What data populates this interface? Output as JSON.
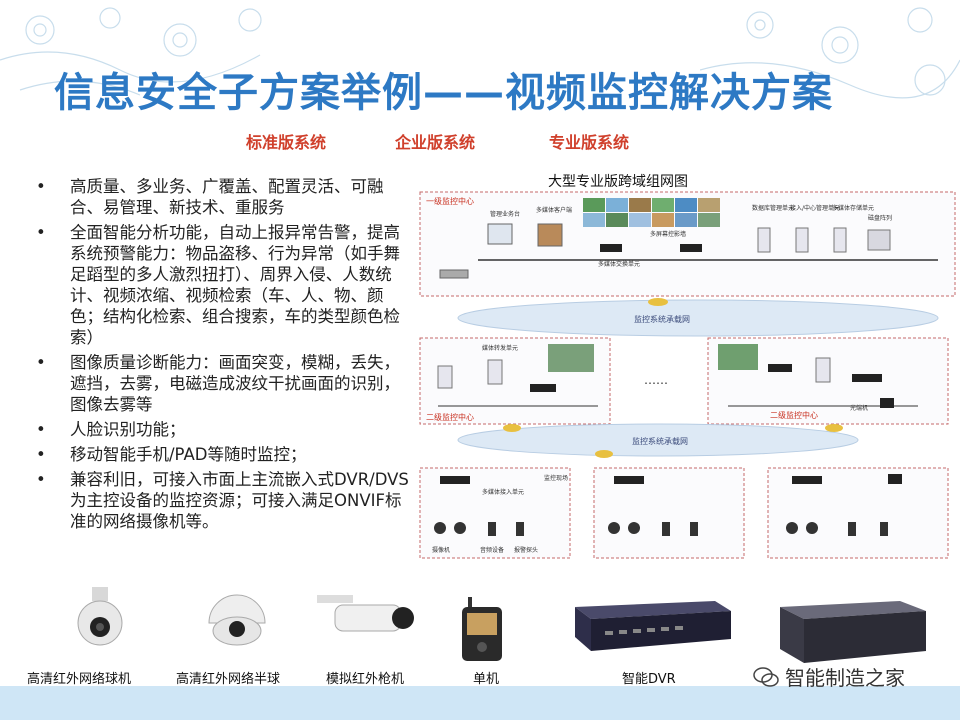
{
  "title": "信息安全子方案举例——视频监控解决方案",
  "versions": [
    "标准版系统",
    "企业版系统",
    "专业版系统"
  ],
  "bullets": [
    "高质量、多业务、广覆盖、配置灵活、可融合、易管理、新技术、重服务",
    "全面智能分析功能，自动上报异常告警，提高系统预警能力：物品盗移、行为异常（如手舞足蹈型的多人激烈扭打）、周界入侵、人数统计、视频浓缩、视频检索（车、人、物、颜色；结构化检索、组合搜索，车的类型颜色检索）",
    "图像质量诊断能力：画面突变，模糊，丢失，遮挡，去雾，电磁造成波纹干扰画面的识别，图像去雾等",
    "人脸识别功能；",
    "移动智能手机/PAD等随时监控；",
    "兼容利旧，可接入市面上主流嵌入式DVR/DVS为主控设备的监控资源；可接入满足ONVIF标准的网络摄像机等。"
  ],
  "diagram": {
    "title": "大型专业版跨域组网图",
    "first_center": "一级监控中心",
    "second_center_left": "二级监控中心",
    "second_center_right": "二级监控中心",
    "network": "监控系统承载网",
    "network2": "监控系统承载网",
    "dots": "……",
    "site": "监控现场",
    "labels": {
      "mgmt": "管理业务台",
      "client": "多媒体客户端",
      "decoder": "多屏幕控影墙",
      "switch": "多媒体交换单元",
      "db": "数据库管理单元",
      "access": "接入/中心管理单元",
      "storage": "多媒体存储单元",
      "array": "磁盘阵列",
      "transfer": "媒体转发单元",
      "optical": "光端机",
      "camera": "摄像机",
      "audio": "音频设备",
      "alarm": "报警探头",
      "media_access": "多媒体接入单元"
    }
  },
  "products": [
    {
      "label": "高清红外网络球机",
      "icon": "dome-ptz-camera-icon"
    },
    {
      "label": "高清红外网络半球",
      "icon": "half-dome-camera-icon"
    },
    {
      "label": "模拟红外枪机",
      "icon": "bullet-camera-icon"
    },
    {
      "label": "单机",
      "icon": "handheld-device-icon"
    },
    {
      "label": "智能DVR",
      "icon": "dvr-icon"
    }
  ],
  "watermark": "智能制造之家",
  "colors": {
    "title": "#2d79c4",
    "versions": "#d0402c",
    "band": "#cfe6f6"
  }
}
